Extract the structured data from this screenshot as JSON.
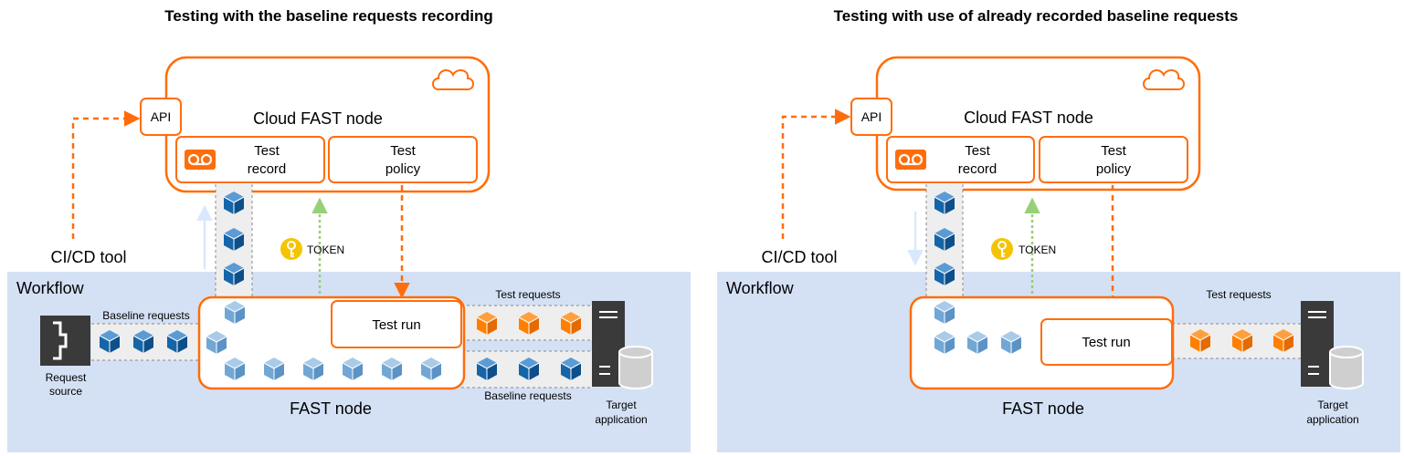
{
  "colors": {
    "orange": "#ff6d0a",
    "workflow_bg": "#d4e1f5",
    "cube_dark": "#1565a8",
    "cube_light": "#72a7d5",
    "server": "#3a3a3a",
    "token_arrow": "#97d077",
    "up_arrow": "#dae8fc"
  },
  "icons": [
    "cloud-icon",
    "record-icon",
    "key-icon",
    "cube-icon",
    "server-icon",
    "database-icon",
    "request-source-icon"
  ],
  "left": {
    "title": "Testing with the baseline requests recording",
    "cloud_node": "Cloud FAST node",
    "api": "API",
    "test_record": [
      "Test",
      "record"
    ],
    "test_policy": [
      "Test",
      "policy"
    ],
    "cicd": "CI/CD tool",
    "token": "TOKEN",
    "workflow": "Workflow",
    "baseline_requests_in": "Baseline requests",
    "request_source": [
      "Request",
      "source"
    ],
    "test_run": "Test run",
    "fast_node": "FAST node",
    "test_requests": "Test requests",
    "baseline_requests_out": "Baseline requests",
    "target": [
      "Target",
      "application"
    ]
  },
  "right": {
    "title": "Testing with use of already recorded baseline requests",
    "cloud_node": "Cloud FAST node",
    "api": "API",
    "test_record": [
      "Test",
      "record"
    ],
    "test_policy": [
      "Test",
      "policy"
    ],
    "cicd": "CI/CD tool",
    "token": "TOKEN",
    "workflow": "Workflow",
    "test_run": "Test run",
    "fast_node": "FAST node",
    "test_requests": "Test requests",
    "target": [
      "Target",
      "application"
    ]
  }
}
